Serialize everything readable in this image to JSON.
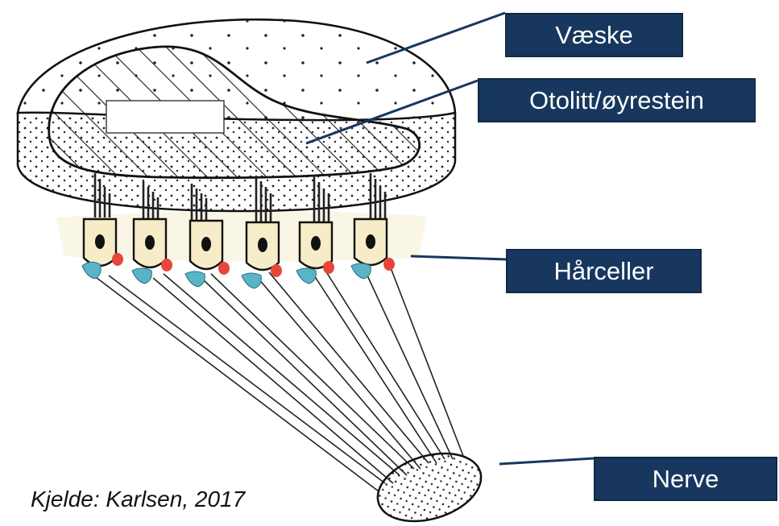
{
  "labels": {
    "fluid": "Væske",
    "otolith": "Otolitt/øyrestein",
    "hair_cells": "Hårceller",
    "nerve": "Nerve"
  },
  "source": "Kjelde: Karlsen, 2017",
  "colors": {
    "label_bg": "#17375e",
    "label_text": "#ffffff",
    "cell_fill": "#f7ecc8",
    "synapse_red": "#e8463a",
    "synapse_blue": "#5ab4c8"
  }
}
